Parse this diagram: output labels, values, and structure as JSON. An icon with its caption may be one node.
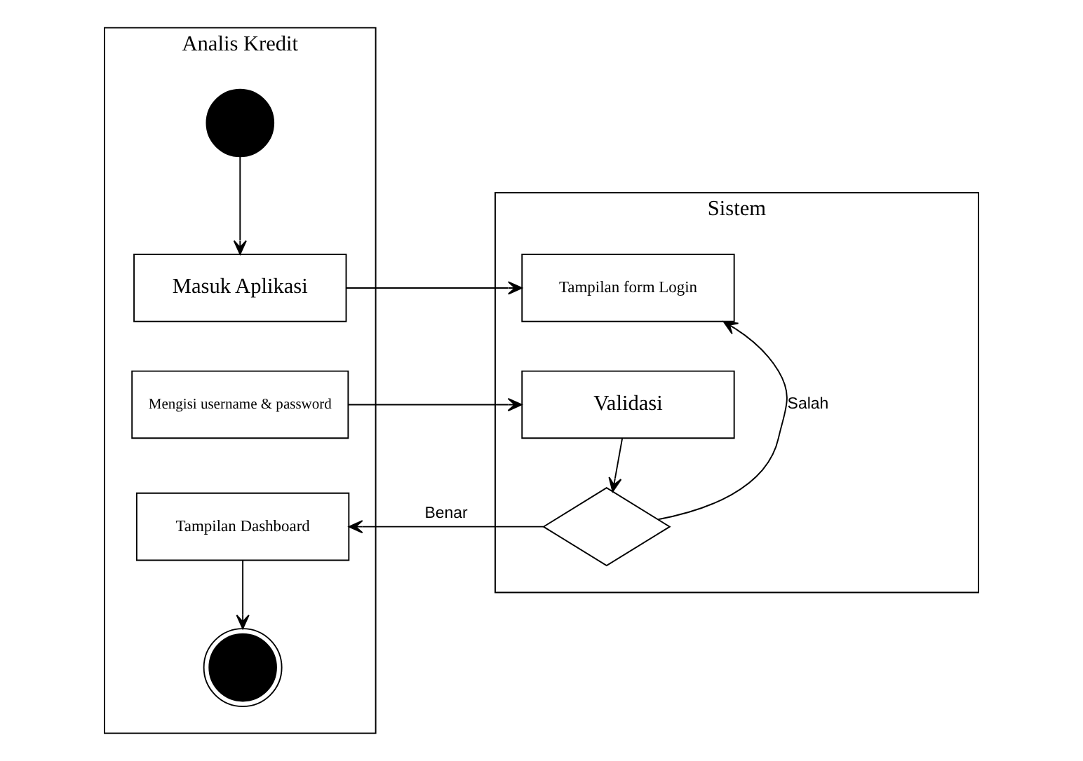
{
  "diagram": {
    "nodes": [
      {
        "text": [
          "Analis Kredit"
        ]
      },
      {
        "text": [
          "Sistem"
        ]
      },
      {
        "text": [],
        "shape": "circle",
        "in": 0
      },
      {
        "text": [
          "Masuk Aplikasi"
        ],
        "in": 0
      },
      {
        "text": [
          "Mengisi username & password"
        ],
        "in": 0
      },
      {
        "text": [
          "Tampilan Dashboard"
        ],
        "in": 0
      },
      {
        "text": [],
        "shape": "bullseye",
        "in": 0
      },
      {
        "text": [
          "Tampilan form Login"
        ],
        "in": 1
      },
      {
        "text": [
          "Validasi"
        ],
        "in": 1
      },
      {
        "text": [],
        "shape": "diamond",
        "in": 1
      }
    ],
    "edges": [
      {
        "from": 2,
        "to": 3,
        "arrow": "to"
      },
      {
        "from": 3,
        "to": 7,
        "arrow": "to"
      },
      {
        "from": 4,
        "to": 8,
        "arrow": "to"
      },
      {
        "from": 8,
        "to": 9,
        "arrow": "to"
      },
      {
        "from": 9,
        "to": 5,
        "label": "Benar",
        "arrow": "to"
      },
      {
        "from": 9,
        "to": 7,
        "label": "Salah",
        "arrow": "to"
      },
      {
        "from": 5,
        "to": 6,
        "arrow": "to"
      }
    ]
  }
}
